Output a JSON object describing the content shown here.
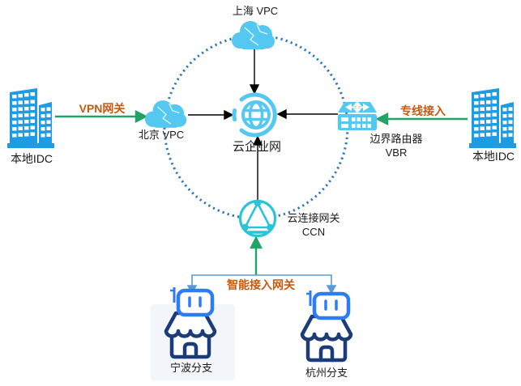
{
  "diagram": {
    "nodes": {
      "shanghai_vpc": {
        "label": "上海 VPC"
      },
      "beijing_vpc": {
        "label": "北京 VPC"
      },
      "cen": {
        "label": "云企业网"
      },
      "vbr": {
        "line1": "边界路由器",
        "line2": "VBR"
      },
      "ccn": {
        "line1": "云连接网关",
        "line2": "CCN"
      },
      "idc_left": {
        "label": "本地IDC"
      },
      "idc_right": {
        "label": "本地IDC"
      },
      "ningbo_branch": {
        "label": "宁波分支"
      },
      "hangzhou_branch": {
        "label": "杭州分支"
      }
    },
    "links": {
      "vpn": {
        "label": "VPN网关"
      },
      "leased_line": {
        "label": "专线接入"
      },
      "sag": {
        "label": "智能接入网关"
      }
    },
    "colors": {
      "icon_blue": "#54C8F0",
      "ccn_cyan": "#29C4D8",
      "arrow_green": "#21A366",
      "label_orange": "#C55A11",
      "dotted_circle_blue": "#2E75B6",
      "connector_blue": "#5B9BD5",
      "building_blue": "#1E9BE5",
      "store_navy": "#1B3C78",
      "sag_blue": "#2E7BF6",
      "arrow_black": "#000000"
    }
  }
}
